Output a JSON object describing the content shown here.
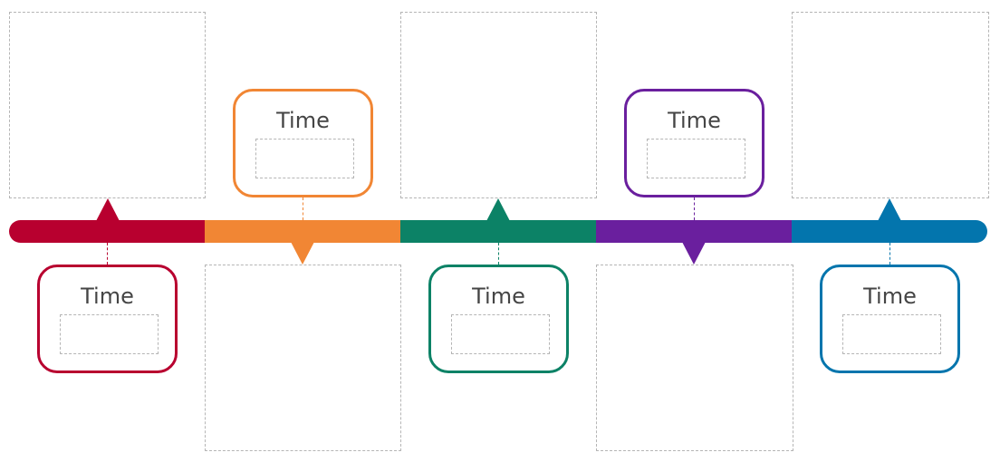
{
  "timeline": {
    "milestones": [
      {
        "time_label": "Time",
        "color": "#b8002f",
        "marker": "up"
      },
      {
        "time_label": "Time",
        "color": "#f18634",
        "marker": "down"
      },
      {
        "time_label": "Time",
        "color": "#0c8266",
        "marker": "up"
      },
      {
        "time_label": "Time",
        "color": "#6a1f9e",
        "marker": "down"
      },
      {
        "time_label": "Time",
        "color": "#0375ad",
        "marker": "up"
      }
    ]
  }
}
